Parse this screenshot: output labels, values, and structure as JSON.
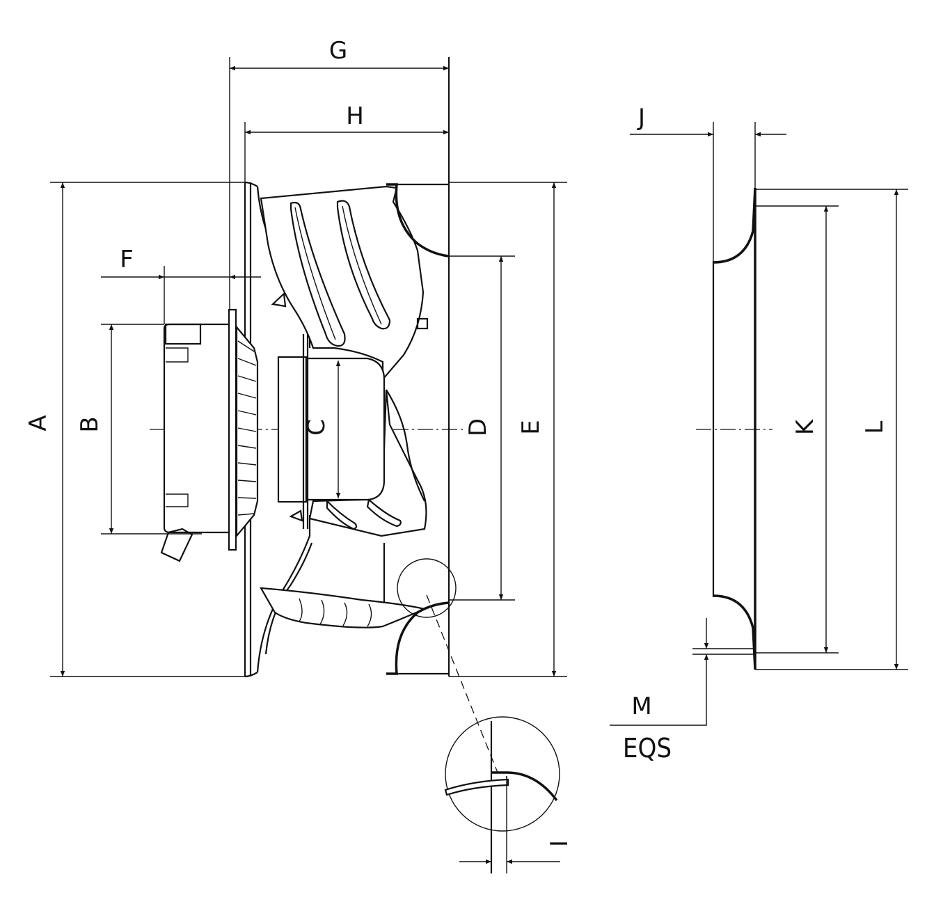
{
  "dimensions": {
    "A": "A",
    "B": "B",
    "C": "C",
    "D": "D",
    "E": "E",
    "F": "F",
    "G": "G",
    "H": "H",
    "I": "I",
    "J": "J",
    "K": "K",
    "L": "L",
    "M": "M"
  },
  "notes": {
    "eqs": "EQS"
  }
}
